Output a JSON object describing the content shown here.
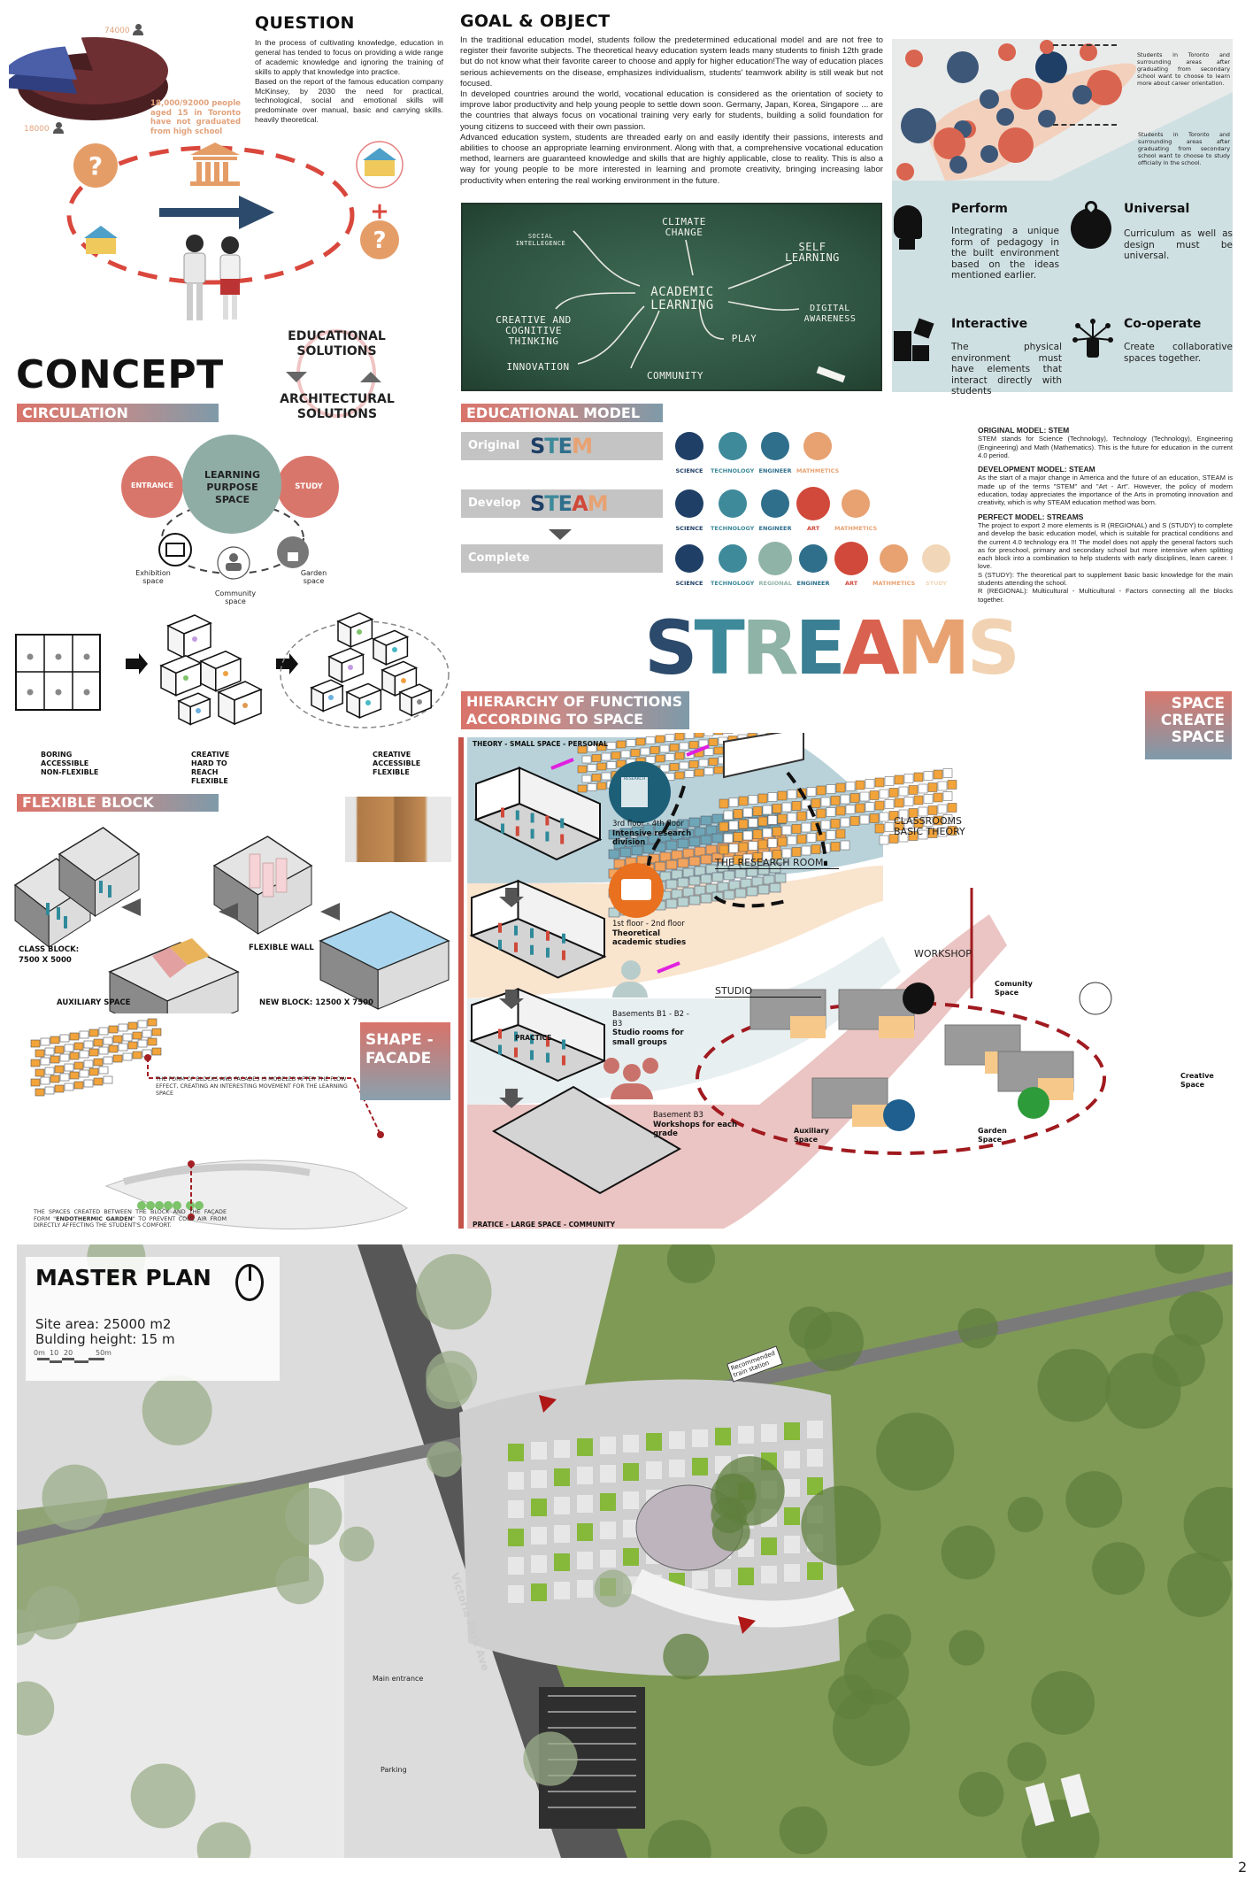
{
  "question": {
    "title": "QUESTION",
    "paragraphs": [
      "In the process of cultivating knowledge, education in general has tended to focus on providing a wide range of academic knowledge and ignoring the training of skills to apply that knowledge into practice.",
      "Based on the report of the famous education company McKinsey, by 2030 the need for practical, technological, social and emotional skills will predominate over manual, basic and carrying skills. heavily theoretical."
    ]
  },
  "stat": {
    "pie_values": [
      74000,
      18000
    ],
    "pie_colors": [
      "#6e2f33",
      "#4b5ea8"
    ],
    "label_large": "74000",
    "label_small": "18000",
    "highlight": "18,000/92000 people aged 15 in Toronto have not graduated from high school"
  },
  "goal": {
    "title": "GOAL & OBJECT",
    "paragraphs": [
      "In the traditional education model, students follow the predetermined educational model and are not free to register their favorite subjects. The theoretical heavy education system leads many students to finish 12th grade but do not know what their favorite career to choose and apply for higher education!The way of education places serious achievements on the disease, emphasizes individualism, students' teamwork ability is still weak but not focused.",
      "In developed countries around the world, vocational education is considered as the orientation of society to improve labor productivity and help young people to settle down soon. Germany, Japan, Korea, Singapore ... are the countries that always focus on vocational training very early for students, building a solid foundation for young citizens to succeed with their own passion.",
      "Advanced education system, students are threaded early on and easily identify their passions, interests and abilities to choose an appropriate learning environment. Along with that, a comprehensive vocational education method, learners are guaranteed knowledge and skills that are highly applicable, close to reality. This is also a way for young people to be more interested in learning and promote creativity, bringing increasing labor productivity when entering the real working environment in the future."
    ]
  },
  "map": {
    "note_career": "Students in Toronto and surrounding areas after graduating from secondary school want to choose to learn more about career orientation.",
    "note_study": "Students in Toronto and surrounding areas after graduating from secondary school want to choose to study officially in the school."
  },
  "features": [
    {
      "title": "Perform",
      "text": "Integrating a unique form of pedagogy in the built environment based on the ideas mentioned earlier.",
      "icon": "head-puzzle-icon"
    },
    {
      "title": "Universal",
      "text": "Curriculum as well as design must be universal.",
      "icon": "globe-pin-icon"
    },
    {
      "title": "Interactive",
      "text": "The physical environment must have elements that interact directly with students",
      "icon": "puzzle-pieces-icon"
    },
    {
      "title": "Co-operate",
      "text": "Create collaborative spaces together.",
      "icon": "network-hand-icon"
    }
  ],
  "chalkboard": {
    "center": "ACADEMIC LEARNING",
    "items": [
      "SOCIAL INTELLEGENCE",
      "CLIMATE CHANGE",
      "SELF LEARNING",
      "CREATIVE AND COGNITIVE THINKING",
      "DIGITAL AWARENESS",
      "PLAY",
      "INNOVATION",
      "COMMUNITY"
    ]
  },
  "concept": {
    "title": "CONCEPT",
    "circulation_label": "CIRCULATION",
    "solutions_top": "EDUCATIONAL SOLUTIONS",
    "solutions_bottom": "ARCHITECTURAL SOLUTIONS",
    "center": "LEARNING PURPOSE SPACE",
    "left": "ENTRANCE",
    "right": "STUDY",
    "exhibition": "Exhibition space",
    "community": "Community space",
    "garden": "Garden space",
    "stages": [
      "BORING ACCESSIBLE NON-FLEXIBLE",
      "CREATIVE HARD TO REACH FLEXIBLE",
      "CREATIVE ACCESSIBLE FLEXIBLE"
    ]
  },
  "flexible": {
    "title": "FLEXIBLE BLOCK",
    "class_block": "CLASS BLOCK: 7500 X 5000",
    "flexible_wall": "FLEXIBLE WALL",
    "auxiliary": "AUXILIARY SPACE",
    "new_block": "NEW BLOCK: 12500 X 7500"
  },
  "facade": {
    "title": "SHAPE - FACADE",
    "note_flow": "THE FORM OF BLOCKS AND FACADES IS MODELED AFTER THE FLOW EFFECT, CREATING AN INTERESTING MOVEMENT FOR THE LEARNING SPACE",
    "note_garden_pre": "THE SPACES CREATED BETWEEN THE BLOCK AND THE FAÇADE FORM \"",
    "note_garden_bold": "ENDOTHERMIC GARDEN",
    "note_garden_post": "\" TO PREVENT COLD AIR FROM DIRECTLY AFFECTING THE STUDENT'S COMFORT."
  },
  "edu_model": {
    "title": "EDUCATIONAL MODEL",
    "rows": [
      {
        "label": "Original",
        "word": "STEM",
        "letters": [
          [
            "S",
            "#1f3f66"
          ],
          [
            "T",
            "#3e8a9a"
          ],
          [
            "E",
            "#2f6f8c"
          ],
          [
            "M",
            "#e8a272"
          ]
        ],
        "icons": [
          [
            "SCIENCE",
            "#1f3f66"
          ],
          [
            "TECHNOLOGY",
            "#3e8a9a"
          ],
          [
            "ENGINEER",
            "#2f6f8c"
          ],
          [
            "MATHMETICS",
            "#e8a272"
          ]
        ]
      },
      {
        "label": "Develop",
        "word": "STEAM",
        "letters": [
          [
            "S",
            "#1f3f66"
          ],
          [
            "T",
            "#3e8a9a"
          ],
          [
            "E",
            "#2f6f8c"
          ],
          [
            "A",
            "#d0493a"
          ],
          [
            "M",
            "#e8a272"
          ]
        ],
        "icons": [
          [
            "SCIENCE",
            "#1f3f66"
          ],
          [
            "TECHNOLOGY",
            "#3e8a9a"
          ],
          [
            "ENGINEER",
            "#2f6f8c"
          ],
          [
            "ART",
            "#d0493a"
          ],
          [
            "MATHMETICS",
            "#e8a272"
          ]
        ]
      },
      {
        "label": "Complete",
        "word": "",
        "icons": [
          [
            "SCIENCE",
            "#1f3f66"
          ],
          [
            "TECHNOLOGY",
            "#3e8a9a"
          ],
          [
            "REGIONAL",
            "#8fb3a6"
          ],
          [
            "ENGINEER",
            "#2f6f8c"
          ],
          [
            "ART",
            "#d0493a"
          ],
          [
            "MATHMETICS",
            "#e8a272"
          ],
          [
            "STUDY",
            "#f1d7b8"
          ]
        ]
      }
    ],
    "descriptions": [
      {
        "title": "ORIGINAL MODEL: STEM",
        "text": "STEM stands for Science (Technology), Technology (Technology), Engineering (Engineering) and Math (Mathematics). This is the future for education in the current 4.0 period."
      },
      {
        "title": "DEVELOPMENT MODEL: STEAM",
        "text": "As the start of a major change in America and the future of an education, STEAM is made up of the terms \"STEM\" and \"Art - Art\". However, the policy of modern education, today appreciates the importance of the Arts in promoting innovation and creativity, which is why STEAM education method was born."
      },
      {
        "title": "PERFECT MODEL: STREAMS",
        "text": "The project to export 2 more elements is R (REGIONAL) and S (STUDY) to complete and develop the basic education model, which is suitable for practical conditions and the current 4.0 technology era !!! The model does not apply the general factors such as for preschool, primary and secondary school but more intensive when splitting each block into a combination to help students with early disciplines, learn career. I love.",
        "extra": [
          "S (STUDY): The theoretical part to supplement basic basic knowledge for the main students attending the school.",
          "R (REGIONAL): Multicultural - Multicultural - Factors connecting all the blocks together."
        ]
      }
    ]
  },
  "streams": {
    "letters": [
      [
        "S",
        "#2c4a6b"
      ],
      [
        "T",
        "#3e8a9a"
      ],
      [
        "R",
        "#8fb3a6"
      ],
      [
        "E",
        "#3a7f93"
      ],
      [
        "A",
        "#d9614f"
      ],
      [
        "M",
        "#e8a272"
      ],
      [
        "S",
        "#f1d3b3"
      ]
    ]
  },
  "hierarchy": {
    "title": "HIERARCHY OF FUNCTIONS ACCORDING TO SPACE",
    "top": "THEORY - SMALL SPACE - PERSONAL",
    "bottom": "PRATICE - LARGE SPACE - COMMUNITY",
    "levels": [
      {
        "floor": "3rd floor - 4th floor",
        "desc": "Intensive research division",
        "icon": "research-icon"
      },
      {
        "floor": "1st floor - 2nd floor",
        "desc": "Theoretical academic studies",
        "icon": "book-icon"
      },
      {
        "floor": "Basements B1 - B2 - B3",
        "desc": "Studio rooms for small groups",
        "icon": "group-icon"
      },
      {
        "floor": "Basement B3",
        "desc": "Workshops for each grade",
        "icon": "crowd-icon"
      }
    ],
    "practice_label": "PRACTICE",
    "research_badge": "RESEARCH",
    "research_room": "THE RESEARCH ROOM",
    "studio": "STUDIO",
    "classrooms": "CLASSROOMS BASIC THEORY",
    "workshop": "WORKSHOP"
  },
  "space_create": {
    "title": "SPACE CREATE SPACE",
    "spaces": [
      "Comunity Space",
      "Creative Space",
      "Garden Space",
      "Auxiliary Space"
    ]
  },
  "master_plan": {
    "title": "MASTER PLAN",
    "site_area": "Site area: 25000 m2",
    "building_height": "Bulding height: 15 m",
    "scale_ticks": [
      "0m",
      "10",
      "20",
      "50m"
    ],
    "train_station": "Recommended train station",
    "road": "Victoria Park Ave",
    "main_entrance": "Main entrance",
    "parking": "Parking"
  },
  "page_number": "2"
}
